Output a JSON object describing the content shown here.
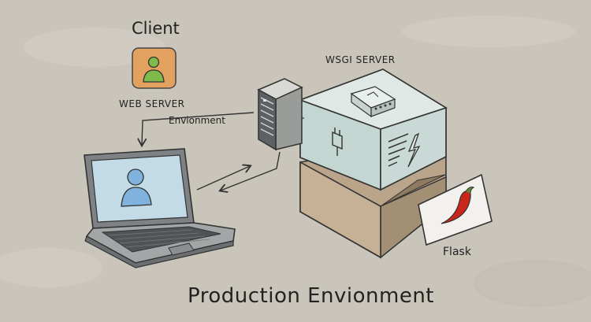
{
  "labels": {
    "client": "Client",
    "web_server": "WEB SERVER",
    "environment_arrow": "Envionment",
    "wsgi_server": "WSGI SERVER",
    "flask": "Flask",
    "title": "Production Envionment"
  },
  "colors": {
    "background": "#c9c5bb",
    "avatar_tile": "#e3a160",
    "user_green": "#7ebb4a",
    "user_blue": "#7fb2dc",
    "server_front": "#c9d9d5",
    "crate_brown": "#bba58a",
    "server_tower": "#9a9c9a",
    "pepper_red": "#c9261c",
    "ink": "#333333"
  },
  "icons": [
    "user-icon",
    "laptop-icon",
    "server-tower-icon",
    "router-icon",
    "plug-icon",
    "lightning-icon",
    "chili-pepper-icon"
  ]
}
